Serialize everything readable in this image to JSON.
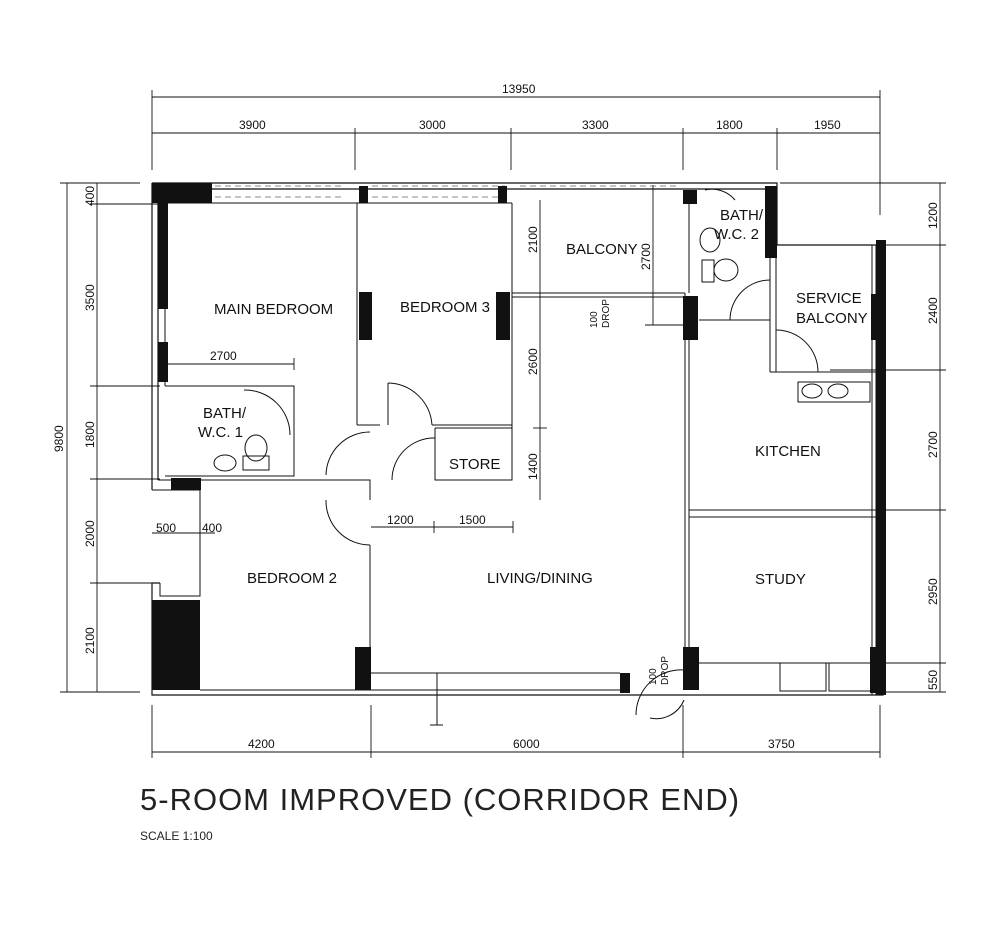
{
  "title": "5-ROOM IMPROVED (CORRIDOR END)",
  "scale": "SCALE 1:100",
  "rooms": {
    "main_bedroom": "MAIN BEDROOM",
    "bedroom3": "BEDROOM 3",
    "balcony": "BALCONY",
    "bath1_line1": "BATH/",
    "bath1_line2": "W.C. 1",
    "bath2_line1": "BATH/",
    "bath2_line2": "W.C. 2",
    "service_balcony_line1": "SERVICE",
    "service_balcony_line2": "BALCONY",
    "kitchen": "KITCHEN",
    "store": "STORE",
    "bedroom2": "BEDROOM 2",
    "living_dining": "LIVING/DINING",
    "study": "STUDY"
  },
  "drop_labels": {
    "balcony_drop_value": "100",
    "balcony_drop_word": "DROP",
    "entry_drop_value": "100",
    "entry_drop_word": "DROP"
  },
  "dimensions": {
    "top_total": "13950",
    "top": [
      "3900",
      "3000",
      "3300",
      "1800",
      "1950"
    ],
    "bottom": [
      "4200",
      "6000",
      "3750"
    ],
    "left_total": "9800",
    "left": [
      "400",
      "3500",
      "1800",
      "2000",
      "2100"
    ],
    "right": [
      "1200",
      "2400",
      "2700",
      "2950",
      "550"
    ],
    "interior": {
      "bath_width": "2700",
      "balcony_height": "2100",
      "bath2_height": "2700",
      "living_upper": "2600",
      "store_height": "1400",
      "corridor_a": "1200",
      "corridor_b": "1500",
      "bed2_window_a": "500",
      "bed2_window_b": "400"
    }
  }
}
